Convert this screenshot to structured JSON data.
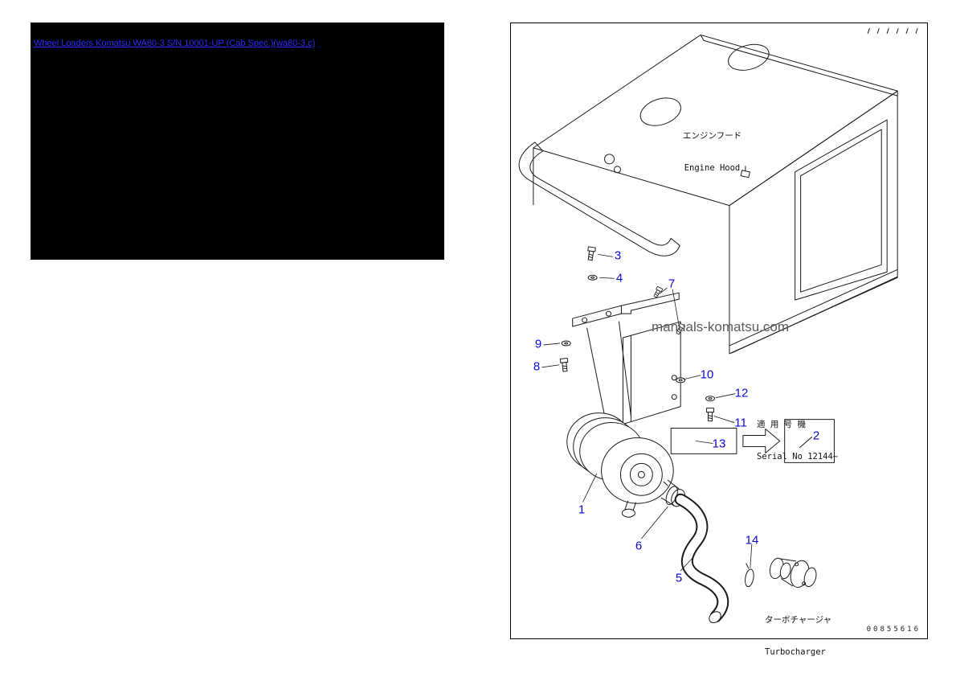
{
  "page": {
    "title_link": "Wheel Loaders Komatsu WA80-3 S/N 10001-UP (Cab Spec.)(wa80-3.c)"
  },
  "diagram": {
    "engine_hood_label_jp": "エンジンフード",
    "engine_hood_label_en": "Engine Hood",
    "watermark": "manuals-komatsu.com",
    "serial_note_jp": "適 用 号 機",
    "serial_note_en": "Serial No 12144~",
    "turbocharger_label_jp": "ターボチャージャ",
    "turbocharger_label_en": "Turbocharger",
    "doc_number": "00855616",
    "colors": {
      "callout_blue": "#0a0ad6",
      "link_blue": "#2b2bff",
      "watermark_gray": "#5c5c5c"
    },
    "callouts": [
      {
        "n": "1"
      },
      {
        "n": "2"
      },
      {
        "n": "3"
      },
      {
        "n": "4"
      },
      {
        "n": "5"
      },
      {
        "n": "6"
      },
      {
        "n": "7"
      },
      {
        "n": "8"
      },
      {
        "n": "9"
      },
      {
        "n": "10"
      },
      {
        "n": "11"
      },
      {
        "n": "12"
      },
      {
        "n": "13"
      },
      {
        "n": "14"
      }
    ]
  }
}
